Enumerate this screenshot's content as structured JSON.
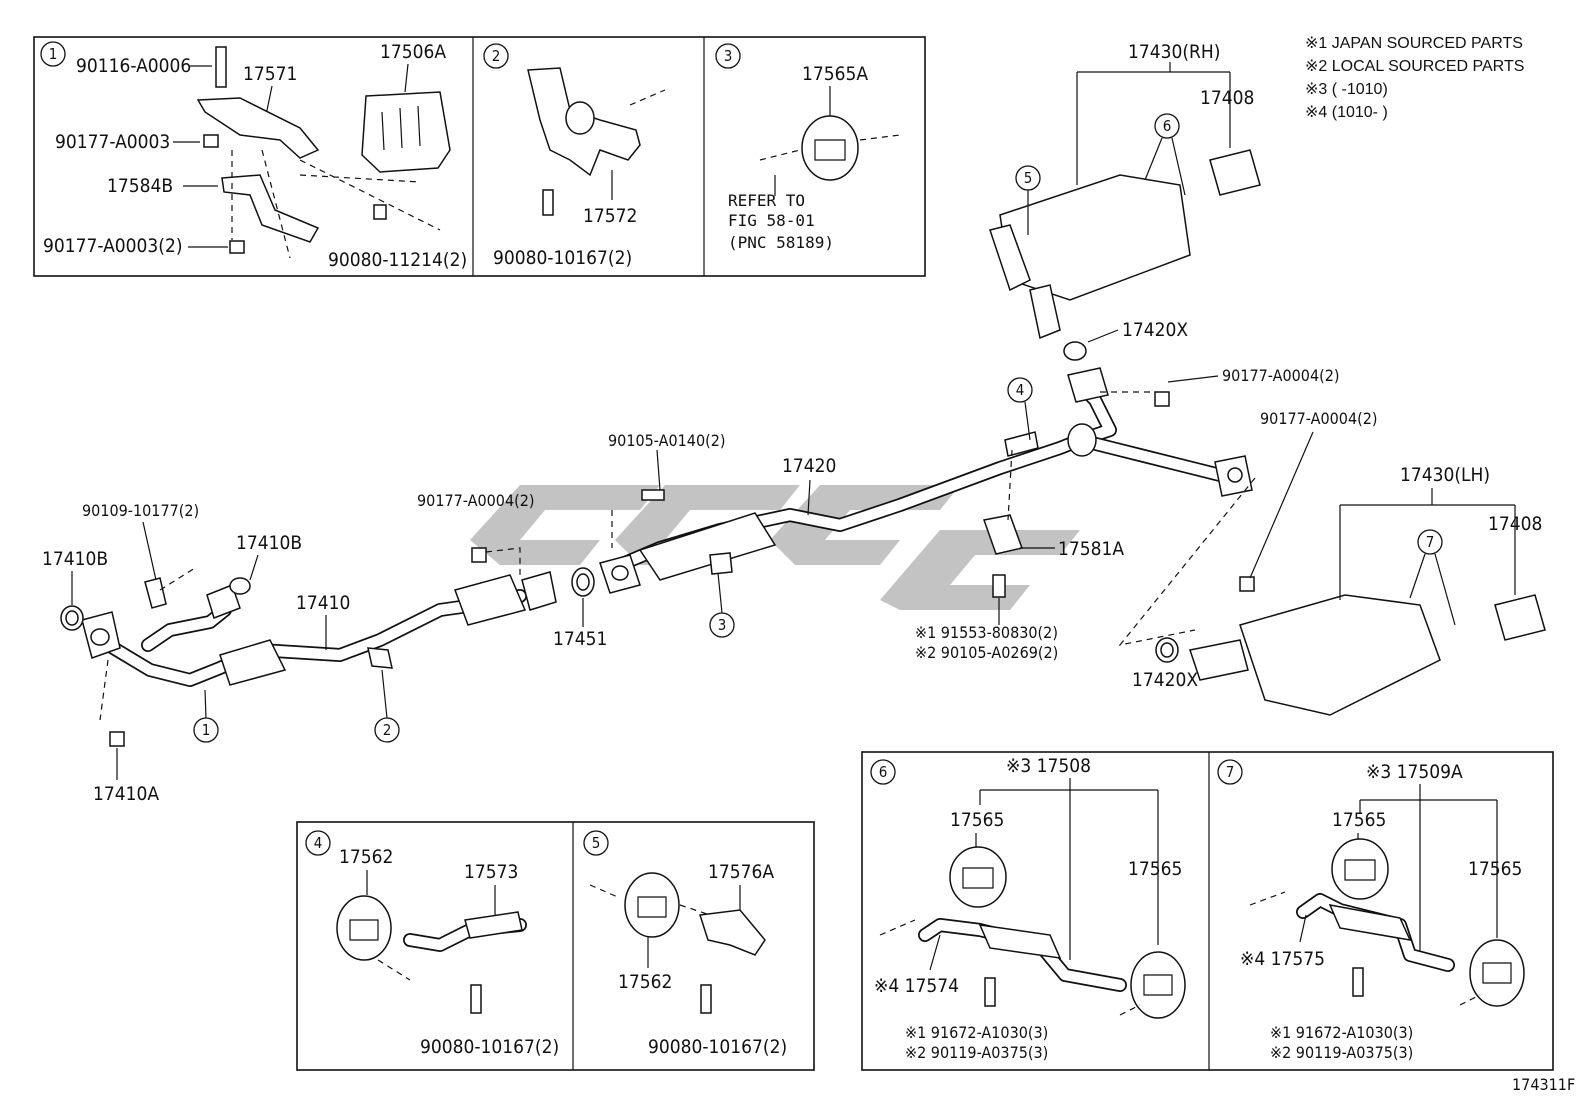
{
  "notes": [
    "※1 JAPAN SOURCED PARTS",
    "※2 LOCAL SOURCED PARTS",
    "※3 (    -1010)",
    "※4 (1010-    )"
  ],
  "figure_code": "174311F",
  "callouts": [
    "1",
    "2",
    "3",
    "4",
    "5",
    "6",
    "7"
  ],
  "inset1": {
    "number": "1",
    "labels": [
      "90116-A0006",
      "17571",
      "17506A",
      "90177-A0003",
      "17584B",
      "90177-A0003(2)",
      "90080-11214(2)"
    ]
  },
  "inset2": {
    "number": "2",
    "labels": [
      "17572",
      "90080-10167(2)"
    ]
  },
  "inset3": {
    "number": "3",
    "labels": [
      "17565A"
    ],
    "refer": [
      "REFER TO",
      "FIG 58-01",
      "(PNC 58189)"
    ]
  },
  "inset4": {
    "number": "4",
    "labels": [
      "17562",
      "17573",
      "90080-10167(2)"
    ]
  },
  "inset5": {
    "number": "5",
    "labels": [
      "17576A",
      "17562",
      "90080-10167(2)"
    ]
  },
  "inset6": {
    "number": "6",
    "labels": [
      "※3 17508",
      "17565",
      "17565",
      "※4 17574",
      "※1 91672-A1030(3)",
      "※2 90119-A0375(3)"
    ]
  },
  "inset7": {
    "number": "7",
    "labels": [
      "※3 17509A",
      "17565",
      "17565",
      "※4 17575",
      "※1 91672-A1030(3)",
      "※2 90119-A0375(3)"
    ]
  },
  "main_labels": {
    "muffler_rh": "17430(RH)",
    "tail_rh": "17408",
    "gasket_rh": "17420X",
    "nut_rh": "90177-A0004(2)",
    "nut_lh": "90177-A0004(2)",
    "muffler_lh": "17430(LH)",
    "tail_lh": "17408",
    "gasket_lh": "17420X",
    "bolt_center": "90105-A0140(2)",
    "center_pipe": "17420",
    "nut_center": "90177-A0004(2)",
    "gasket_center": "17451",
    "support": "17581A",
    "bolt_support_1": "※1 91553-80830(2)",
    "bolt_support_2": "※2 90105-A0269(2)",
    "bolt_front": "90109-10177(2)",
    "gasket_front_r": "17410B",
    "gasket_front_l": "17410B",
    "front_pipe": "17410",
    "nut_front": "17410A"
  }
}
